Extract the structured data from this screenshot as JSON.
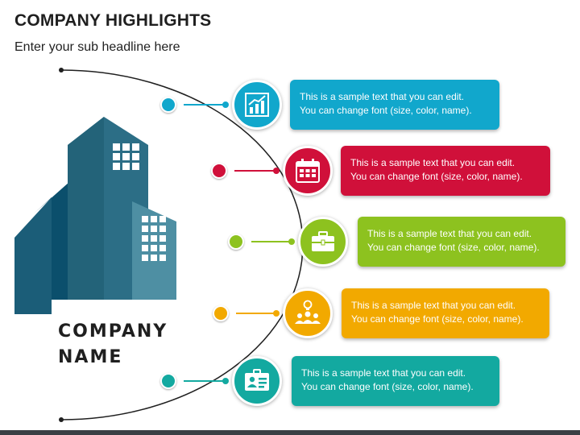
{
  "header": {
    "title": "COMPANY HIGHLIGHTS",
    "subtitle": "Enter your sub headline here"
  },
  "company": {
    "line1": "COMPANY",
    "line2": "NAME"
  },
  "colors": {
    "building_dark": "#0b4f6c",
    "building_mid": "#2c6e86",
    "building_light": "#4e8fa3",
    "arc": "#1f1f1f"
  },
  "highlights": [
    {
      "icon": "bar-chart-icon",
      "color": "#11a7cc",
      "line1": "This is a sample text that you can edit.",
      "line2": "You can change font (size, color, name)."
    },
    {
      "icon": "calendar-icon",
      "color": "#d0103a",
      "line1": "This is a sample text that you can edit.",
      "line2": "You can change font (size, color, name)."
    },
    {
      "icon": "briefcase-icon",
      "color": "#8dc21f",
      "line1": "This is a sample text that you can edit.",
      "line2": "You can change font (size, color, name)."
    },
    {
      "icon": "team-idea-icon",
      "color": "#f2a900",
      "line1": "This is a sample text that you can edit.",
      "line2": "You can change font (size, color, name)."
    },
    {
      "icon": "id-card-icon",
      "color": "#13a9a0",
      "line1": "This is a sample text that you can edit.",
      "line2": "You can change font (size, color, name)."
    }
  ]
}
